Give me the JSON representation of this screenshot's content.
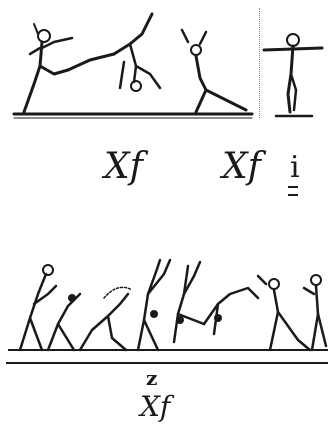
{
  "top_symbol_left": "Xf",
  "top_symbol_right": "Xf",
  "top_symbol_right_mark": "i",
  "bottom_symbol_mark": "z",
  "bottom_symbol": "Xf"
}
